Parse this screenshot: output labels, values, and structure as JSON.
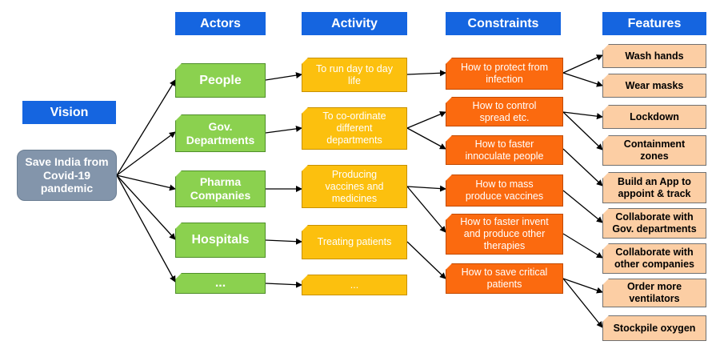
{
  "headers": {
    "vision": "Vision",
    "actors": "Actors",
    "activity": "Activity",
    "constraints": "Constraints",
    "features": "Features"
  },
  "vision": "Save India from Covid-19 pandemic",
  "actors": [
    "People",
    "Gov. Departments",
    "Pharma Companies",
    "Hospitals",
    "..."
  ],
  "activities": [
    "To run day to day life",
    "To co-ordinate different departments",
    "Producing vaccines and medicines",
    "Treating patients",
    "..."
  ],
  "constraints": [
    "How to protect from infection",
    "How to control spread etc.",
    "How to faster innoculate people",
    "How to mass produce vaccines",
    "How to faster invent and  produce other therapies",
    "How to save critical patients"
  ],
  "features": [
    "Wash hands",
    "Wear masks",
    "Lockdown",
    "Containment zones",
    "Build an App to appoint & track",
    "Collaborate with Gov. departments",
    "Collaborate with other companies",
    "Order more ventilators",
    "Stockpile oxygen"
  ],
  "colors": {
    "header": "#1565e0",
    "vision": "#8395ab",
    "actor": "#8bd14f",
    "activity": "#fcc00e",
    "constraint": "#fb6a0f",
    "feature": "#fccea4"
  }
}
